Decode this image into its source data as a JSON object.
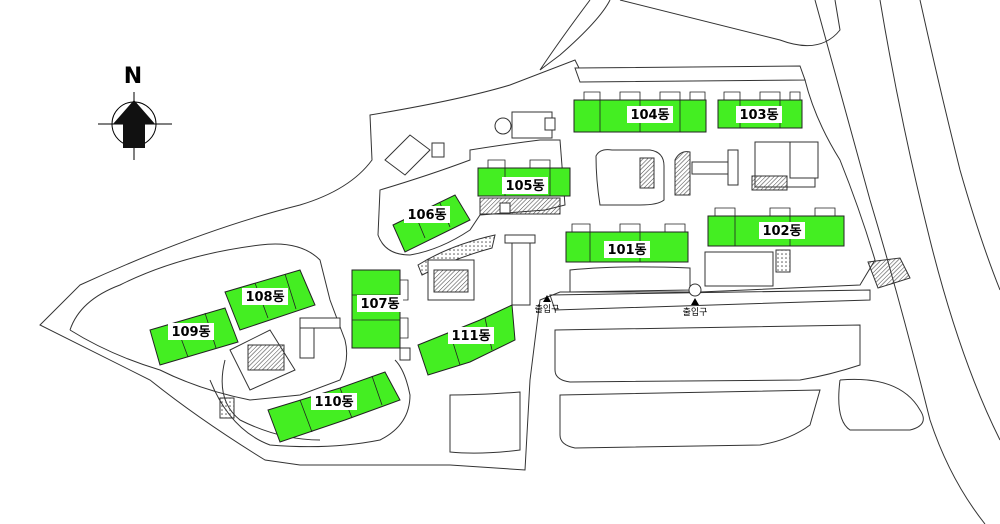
{
  "compass": {
    "label": "N"
  },
  "colors": {
    "building": "#44ee22",
    "line": "#333333",
    "background": "#ffffff"
  },
  "buildings": [
    {
      "id": "101",
      "label": "101동"
    },
    {
      "id": "102",
      "label": "102동"
    },
    {
      "id": "103",
      "label": "103동"
    },
    {
      "id": "104",
      "label": "104동"
    },
    {
      "id": "105",
      "label": "105동"
    },
    {
      "id": "106",
      "label": "106동"
    },
    {
      "id": "107",
      "label": "107동"
    },
    {
      "id": "108",
      "label": "108동"
    },
    {
      "id": "109",
      "label": "109동"
    },
    {
      "id": "110",
      "label": "110동"
    },
    {
      "id": "111",
      "label": "111동"
    }
  ],
  "entrances": [
    {
      "label": "출입구"
    },
    {
      "label": "출입구"
    }
  ]
}
